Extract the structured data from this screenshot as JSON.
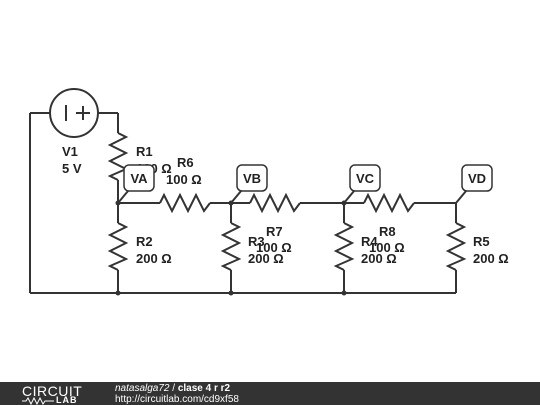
{
  "circuit": {
    "source": {
      "name": "V1",
      "value": "5 V"
    },
    "resistors": [
      {
        "name": "R1",
        "value": "100 Ω"
      },
      {
        "name": "R2",
        "value": "200 Ω"
      },
      {
        "name": "R3",
        "value": "200 Ω"
      },
      {
        "name": "R4",
        "value": "200 Ω"
      },
      {
        "name": "R5",
        "value": "200 Ω"
      },
      {
        "name": "R6",
        "value": "100 Ω"
      },
      {
        "name": "R7",
        "value": "100 Ω"
      },
      {
        "name": "R8",
        "value": "100 Ω"
      }
    ],
    "probes": [
      "VA",
      "VB",
      "VC",
      "VD"
    ]
  },
  "footer": {
    "logo_top": "CIRCUIT",
    "logo_bottom": "LAB",
    "user": "natasalga72",
    "separator": " / ",
    "title": "clase 4 r r2",
    "url": "http://circuitlab.com/cd9xf58"
  }
}
